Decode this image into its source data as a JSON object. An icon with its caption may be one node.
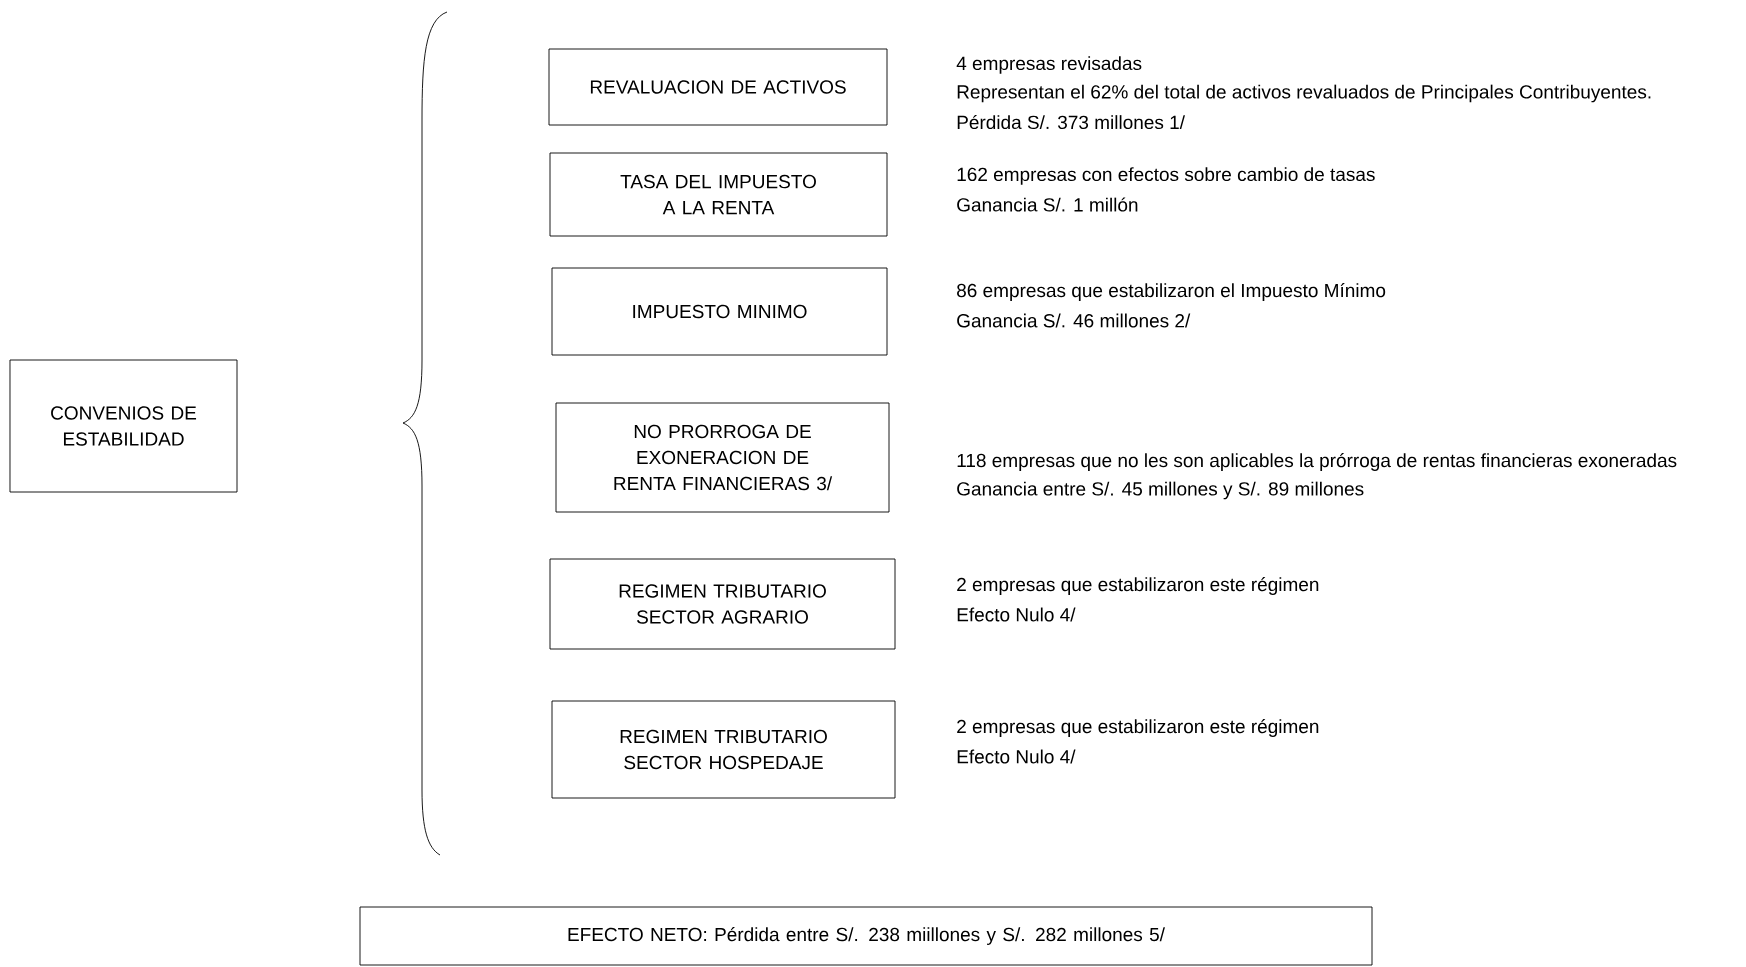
{
  "diagram": {
    "nodes": [
      {
        "text": [
          "CONVENIOS DE ESTABILIDAD"
        ]
      },
      {
        "text": [
          "REVALUACION DE ACTIVOS"
        ],
        "beside": [
          "4 empresas revisadas",
          "Representan el 62% del total de activos revaluados de Principales Contribuyentes.",
          "Pérdida S/. 373 millones 1/"
        ]
      },
      {
        "text": [
          "TASA DEL IMPUESTO A LA RENTA"
        ],
        "beside": [
          "162 empresas con efectos sobre cambio de tasas",
          "Ganancia S/. 1 millón"
        ]
      },
      {
        "text": [
          "IMPUESTO MINIMO"
        ],
        "beside": [
          "86 empresas que estabilizaron el Impuesto Mínimo",
          "Ganancia S/. 46 millones 2/"
        ]
      },
      {
        "text": [
          "NO PRORROGA DE EXONERACION DE RENTA FINANCIERAS 3/"
        ],
        "beside": [
          "118 empresas que no les son aplicables la prórroga de rentas financieras exoneradas",
          "Ganancia entre S/. 45 millones y S/. 89 millones"
        ]
      },
      {
        "text": [
          "REGIMEN TRIBUTARIO SECTOR AGRARIO"
        ],
        "beside": [
          "2 empresas que estabilizaron este régimen",
          "Efecto Nulo 4/"
        ]
      },
      {
        "text": [
          "REGIMEN TRIBUTARIO SECTOR HOSPEDAJE"
        ],
        "beside": [
          "2 empresas que estabilizaron este régimen",
          "Efecto Nulo 4/"
        ]
      },
      {
        "text": [
          "EFECTO NETO:  Pérdida entre S/. 238 miillones y S/.  282 millones  5/"
        ]
      }
    ]
  }
}
